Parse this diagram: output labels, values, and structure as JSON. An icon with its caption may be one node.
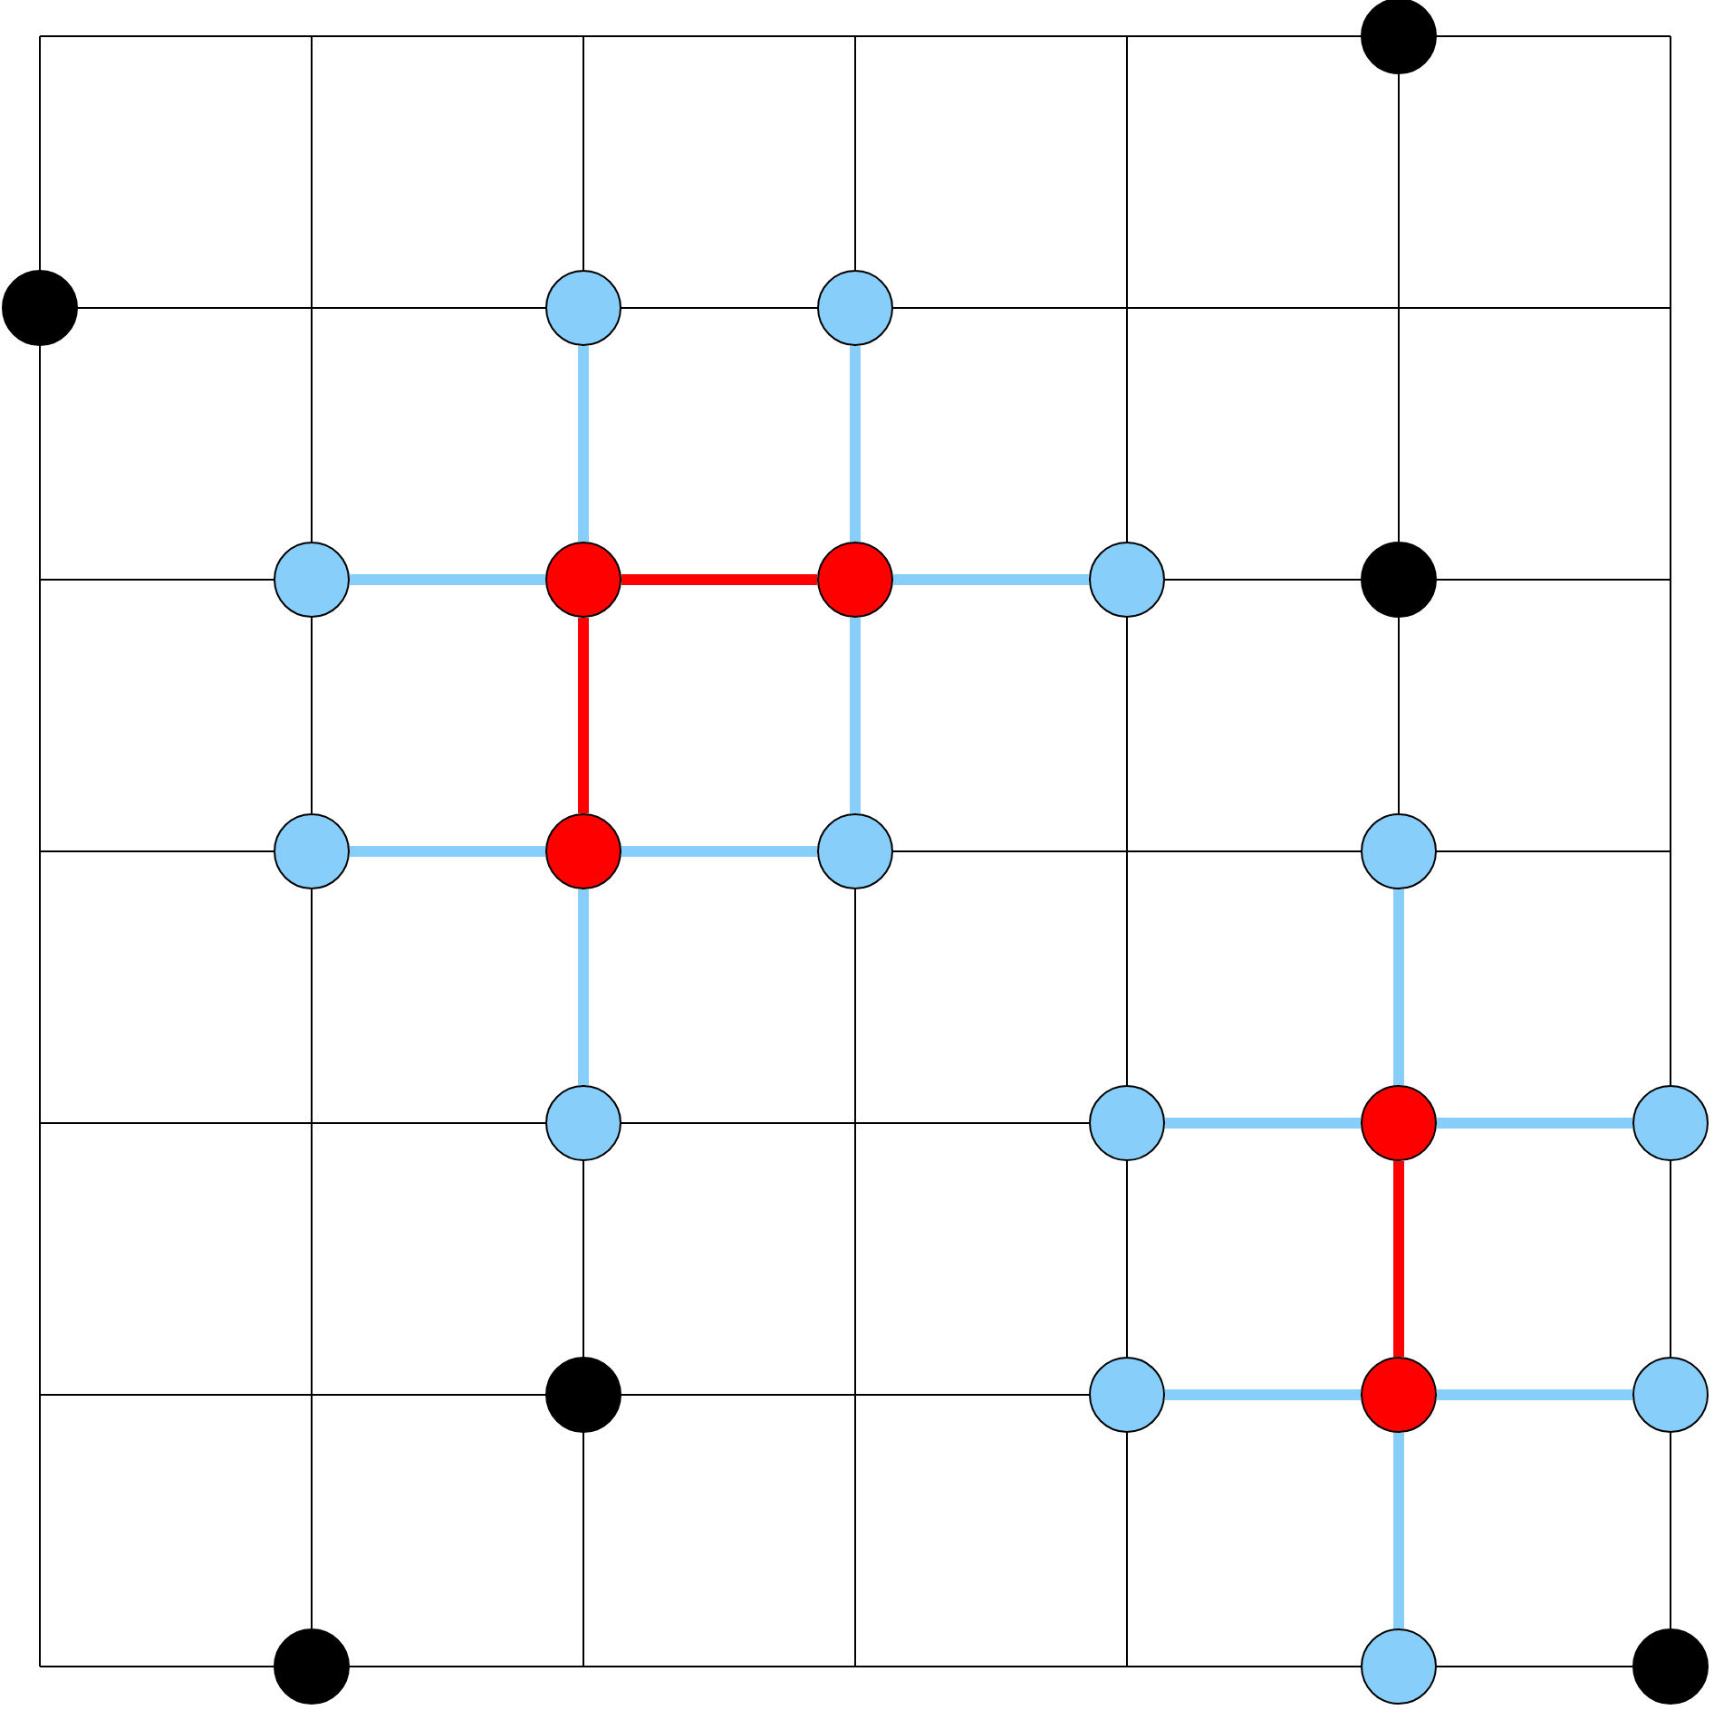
{
  "diagram": {
    "nodes": [
      {
        "text": [],
        "shape": "circle"
      },
      {
        "text": [],
        "shape": "circle"
      },
      {
        "text": [],
        "shape": "circle"
      },
      {
        "text": [],
        "shape": "circle"
      },
      {
        "text": [],
        "shape": "circle"
      },
      {
        "text": [],
        "shape": "circle"
      },
      {
        "text": [],
        "shape": "circle"
      },
      {
        "text": [],
        "shape": "circle"
      },
      {
        "text": [],
        "shape": "circle"
      },
      {
        "text": [],
        "shape": "circle"
      },
      {
        "text": [],
        "shape": "circle"
      },
      {
        "text": [],
        "shape": "circle"
      },
      {
        "text": [],
        "shape": "circle"
      },
      {
        "text": [],
        "shape": "circle"
      },
      {
        "text": [],
        "shape": "circle"
      },
      {
        "text": [],
        "shape": "circle"
      },
      {
        "text": [],
        "shape": "circle"
      },
      {
        "text": [],
        "shape": "circle"
      },
      {
        "text": [],
        "shape": "circle"
      },
      {
        "text": [],
        "shape": "circle"
      },
      {
        "text": [],
        "shape": "circle"
      },
      {
        "text": [],
        "shape": "circle"
      },
      {
        "text": [],
        "shape": "circle"
      },
      {
        "text": [],
        "shape": "circle"
      }
    ],
    "edges": [
      {
        "from": 5,
        "to": 6,
        "arrow": "none",
        "color": "#ff0000"
      },
      {
        "from": 5,
        "to": 10,
        "arrow": "none",
        "color": "#ff0000"
      },
      {
        "from": 15,
        "to": 19,
        "arrow": "none",
        "color": "#ff0000"
      },
      {
        "from": 2,
        "to": 5,
        "arrow": "none"
      },
      {
        "from": 3,
        "to": 6,
        "arrow": "none"
      },
      {
        "from": 4,
        "to": 5,
        "arrow": "none"
      },
      {
        "from": 6,
        "to": 7,
        "arrow": "none"
      },
      {
        "from": 6,
        "to": 11,
        "arrow": "none"
      },
      {
        "from": 9,
        "to": 10,
        "arrow": "none"
      },
      {
        "from": 10,
        "to": 11,
        "arrow": "none"
      },
      {
        "from": 10,
        "to": 13,
        "arrow": "none"
      },
      {
        "from": 12,
        "to": 15,
        "arrow": "none"
      },
      {
        "from": 14,
        "to": 15,
        "arrow": "none"
      },
      {
        "from": 15,
        "to": 16,
        "arrow": "none"
      },
      {
        "from": 18,
        "to": 19,
        "arrow": "none"
      },
      {
        "from": 19,
        "to": 20,
        "arrow": "none"
      },
      {
        "from": 19,
        "to": 22,
        "arrow": "none"
      }
    ]
  }
}
